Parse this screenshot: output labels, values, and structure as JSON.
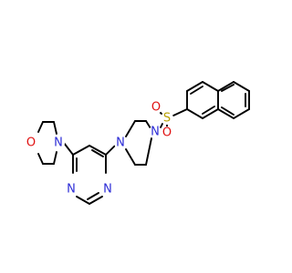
{
  "colors": {
    "carbon": "#000000",
    "nitrogen": "#2b2bd6",
    "oxygen": "#e01010",
    "sulfur": "#b8a000",
    "background": "#ffffff"
  },
  "atoms": [
    {
      "id": "O_morph",
      "symbol": "O",
      "element": "oxygen"
    },
    {
      "id": "N_morph",
      "symbol": "N",
      "element": "nitrogen"
    },
    {
      "id": "N_pyr1",
      "symbol": "N",
      "element": "nitrogen"
    },
    {
      "id": "N_pyr2",
      "symbol": "N",
      "element": "nitrogen"
    },
    {
      "id": "N_pip1",
      "symbol": "N",
      "element": "nitrogen"
    },
    {
      "id": "N_pip2",
      "symbol": "N",
      "element": "nitrogen"
    },
    {
      "id": "S",
      "symbol": "S",
      "element": "sulfur"
    },
    {
      "id": "O_s1",
      "symbol": "O",
      "element": "oxygen"
    },
    {
      "id": "O_s2",
      "symbol": "O",
      "element": "oxygen"
    }
  ]
}
